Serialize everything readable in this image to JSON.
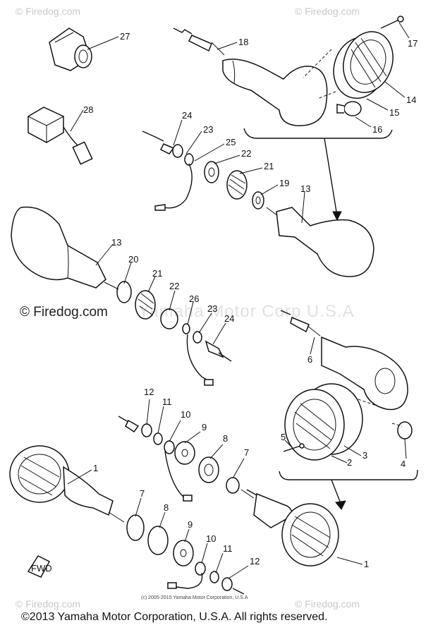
{
  "watermarks": {
    "top_left": "© Firedog.com",
    "top_right": "© Firedog.com",
    "center": "© Firedog.com",
    "center_faint": "Yamaha Motor Corp U.S.A",
    "bottom_left": "© Firedog.com",
    "bottom_right": "© Firedog.com"
  },
  "small_copyright": "(c) 2005-2015 Yamaha Motor Corporation, U.S.A",
  "footer": "©2013 Yamaha Motor Corporation, U.S.A. All rights reserved.",
  "callouts": {
    "c27": "27",
    "c28": "28",
    "c18": "18",
    "c17": "17",
    "c14": "14",
    "c15": "15",
    "c16": "16",
    "c24a": "24",
    "c23a": "23",
    "c25": "25",
    "c22a": "22",
    "c21a": "21",
    "c19": "19",
    "c13a": "13",
    "c13b": "13",
    "c20": "20",
    "c21b": "21",
    "c22b": "22",
    "c26": "26",
    "c23b": "23",
    "c24b": "24",
    "c6": "6",
    "c12a": "12",
    "c11a": "11",
    "c10a": "10",
    "c9a": "9",
    "c8a": "8",
    "c7a": "7",
    "c5": "5",
    "c3": "3",
    "c2": "2",
    "c4": "4",
    "c1a": "1",
    "c7b": "7",
    "c8b": "8",
    "c9b": "9",
    "c10b": "10",
    "c11b": "11",
    "c12b": "12",
    "c1b": "1"
  },
  "fr_mark": "FWD"
}
